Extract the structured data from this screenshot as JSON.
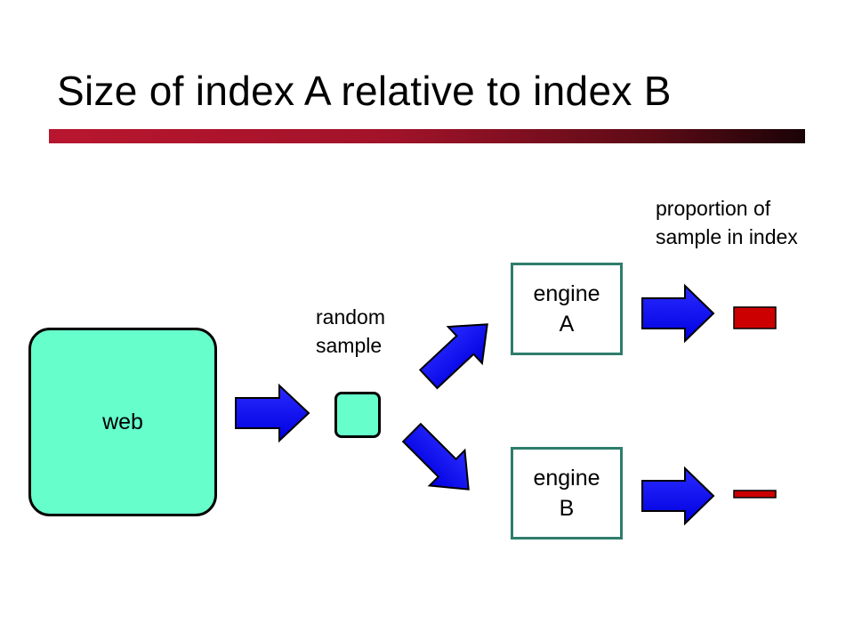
{
  "title": "Size of index A relative to index B",
  "web_label": "web",
  "sample_label_lines": [
    "random",
    "sample"
  ],
  "proportion_label_lines": [
    "proportion of",
    "sample in index"
  ],
  "engines": [
    {
      "lines": [
        "engine",
        "A"
      ],
      "proportion": 1.0
    },
    {
      "lines": [
        "engine",
        "B"
      ],
      "proportion": 0.33
    }
  ],
  "colors": {
    "box_fill": "#66ffcc",
    "arrow_fill": "#0000ff",
    "bar_fill": "#cc0000",
    "engine_border": "#2e7d6b",
    "title_bar": "#b8162e"
  }
}
